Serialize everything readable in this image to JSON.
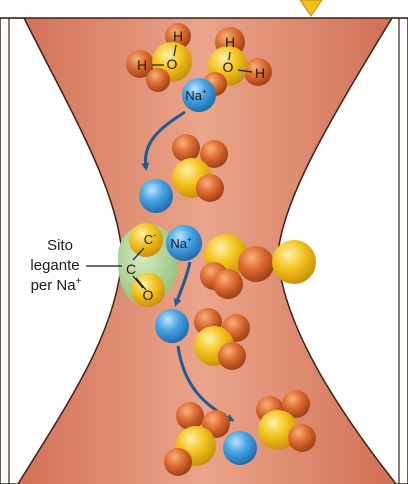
{
  "colors": {
    "channel": "#d9775a",
    "channel_light": "#e59d80",
    "membrane": "#ffffff",
    "sodium": "#3f9fe0",
    "oxygen": "#f2c21c",
    "hydrogen": "#d9662e",
    "binding_site": "#a9d18f",
    "arrow": "#215a93",
    "top_arrow": "#f2c21c"
  },
  "water_labels": {
    "h": "H",
    "o": "O"
  },
  "sodium_label": "Na",
  "sodium_charge": "+",
  "binding_site": {
    "carbon": "C",
    "oxygen_top": "C",
    "oxygen_top_charge": "-",
    "oxygen_bottom": "O"
  },
  "side_label": {
    "line1": "Sito",
    "line2": "legante",
    "line3_text": "per Na",
    "line3_charge": "+"
  }
}
